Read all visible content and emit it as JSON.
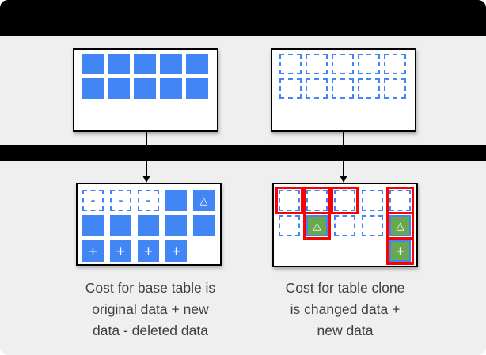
{
  "colors": {
    "data_block_blue": "#4285F4",
    "changed_block_green": "#6AA84F",
    "billed_frame_red": "#FF0000",
    "panel_background_gray": "#EFEFEF",
    "bar_black": "#000000",
    "caption_text": "#3C4043"
  },
  "symbols": {
    "minus": "-",
    "plus": "+",
    "delta": "△"
  },
  "top_section": {
    "base_table_box": {
      "grid": [
        [
          "solid",
          "solid",
          "solid",
          "solid",
          "solid"
        ],
        [
          "solid",
          "solid",
          "solid",
          "solid",
          "solid"
        ]
      ]
    },
    "clone_box": {
      "grid": [
        [
          "dashed",
          "dashed",
          "dashed",
          "dashed",
          "dashed"
        ],
        [
          "dashed",
          "dashed",
          "dashed",
          "dashed",
          "dashed"
        ]
      ]
    }
  },
  "bottom_section": {
    "base_table_box": {
      "grid": [
        [
          "dashed_minus",
          "dashed_minus",
          "dashed_minus",
          "solid",
          "solid_delta"
        ],
        [
          "solid",
          "solid",
          "solid",
          "solid",
          "solid"
        ],
        [
          "solid_plus",
          "solid_plus",
          "solid_plus",
          "solid_plus",
          "empty"
        ]
      ]
    },
    "clone_box": {
      "grid": [
        [
          "dashed_red",
          "dashed_red",
          "dashed_red",
          "dashed",
          "dashed_red"
        ],
        [
          "dashed",
          "green_delta_red",
          "dashed",
          "dashed",
          "green_delta_red"
        ],
        [
          "empty",
          "empty",
          "empty",
          "empty",
          "green_plus_red"
        ]
      ]
    }
  },
  "captions": {
    "base": {
      "lines": [
        "Cost for base table is",
        "original data + new",
        "data - deleted data"
      ]
    },
    "clone": {
      "lines": [
        "Cost for table clone",
        "is changed data +",
        "new data"
      ]
    }
  }
}
